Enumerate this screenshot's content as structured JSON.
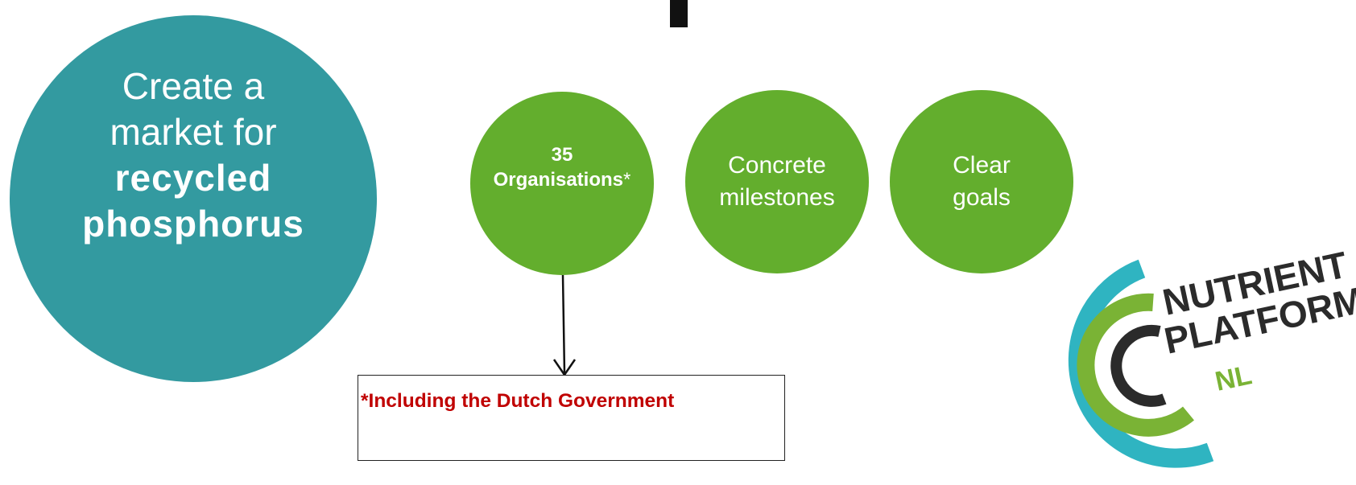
{
  "big_circle": {
    "line1": "Create a",
    "line2": "market for",
    "line3": "recycled",
    "line4": "phosphorus",
    "color": "#339aa0"
  },
  "green_circles": [
    {
      "count": "35",
      "label": "Organisations",
      "marker": "*"
    },
    {
      "line1": "Concrete",
      "line2": "milestones"
    },
    {
      "line1": "Clear",
      "line2": "goals"
    }
  ],
  "green_color": "#63ae2d",
  "footnote": {
    "text": "*Including the Dutch Government",
    "color": "#c00000"
  },
  "logo": {
    "line1": "NUTRIENT",
    "line2": "PLATFORM",
    "line3": "NL",
    "icon": "nutrient-platform-arc-logo"
  }
}
